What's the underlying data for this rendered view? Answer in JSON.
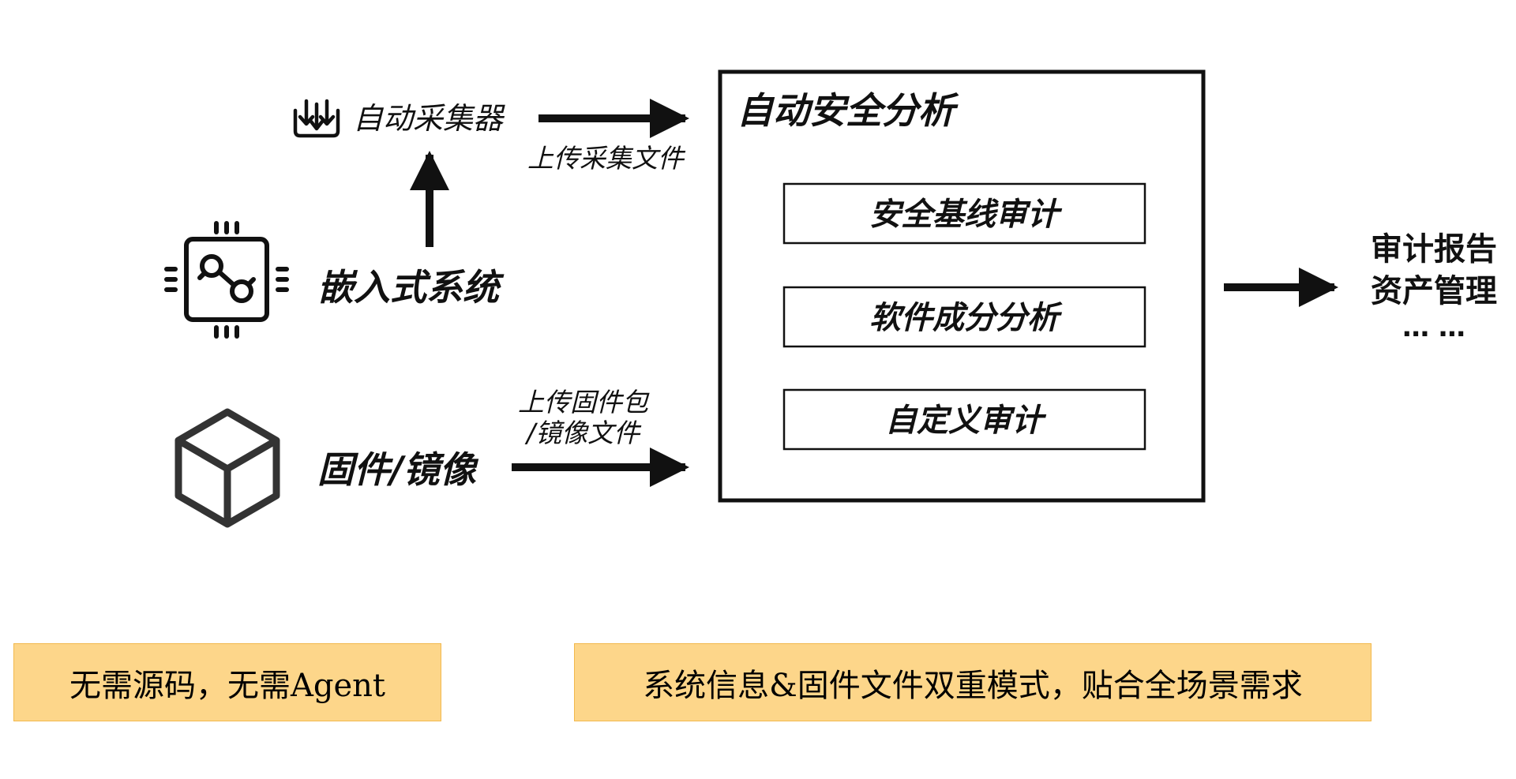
{
  "collector": {
    "icon": "download-tray-icon",
    "label": "自动采集器"
  },
  "embedded_system": {
    "icon": "chip-icon",
    "label": "嵌入式系统"
  },
  "firmware_image": {
    "icon": "cube-icon",
    "label": "固件/镜像"
  },
  "edges": {
    "upload_collected": "上传采集文件",
    "upload_firmware_line1": "上传固件包",
    "upload_firmware_line2": "/镜像文件"
  },
  "analysis": {
    "title": "自动安全分析",
    "steps": [
      "安全基线审计",
      "软件成分分析",
      "自定义审计"
    ]
  },
  "outputs": {
    "items": [
      "审计报告",
      "资产管理",
      "… …"
    ]
  },
  "notes": {
    "left": "无需源码，无需Agent",
    "right": "系统信息&固件文件双重模式，贴合全场景需求"
  },
  "colors": {
    "stroke": "#111111",
    "note_fill": "#fdd68a",
    "note_border": "#f2b94e"
  }
}
